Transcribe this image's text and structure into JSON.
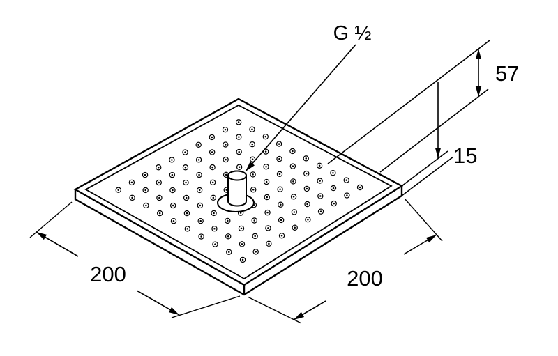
{
  "labels": {
    "thread_size": "G ½",
    "height": "57",
    "plate_thickness": "15",
    "width": "200",
    "depth": "200"
  },
  "colors": {
    "line": "#000000",
    "background": "#ffffff"
  }
}
